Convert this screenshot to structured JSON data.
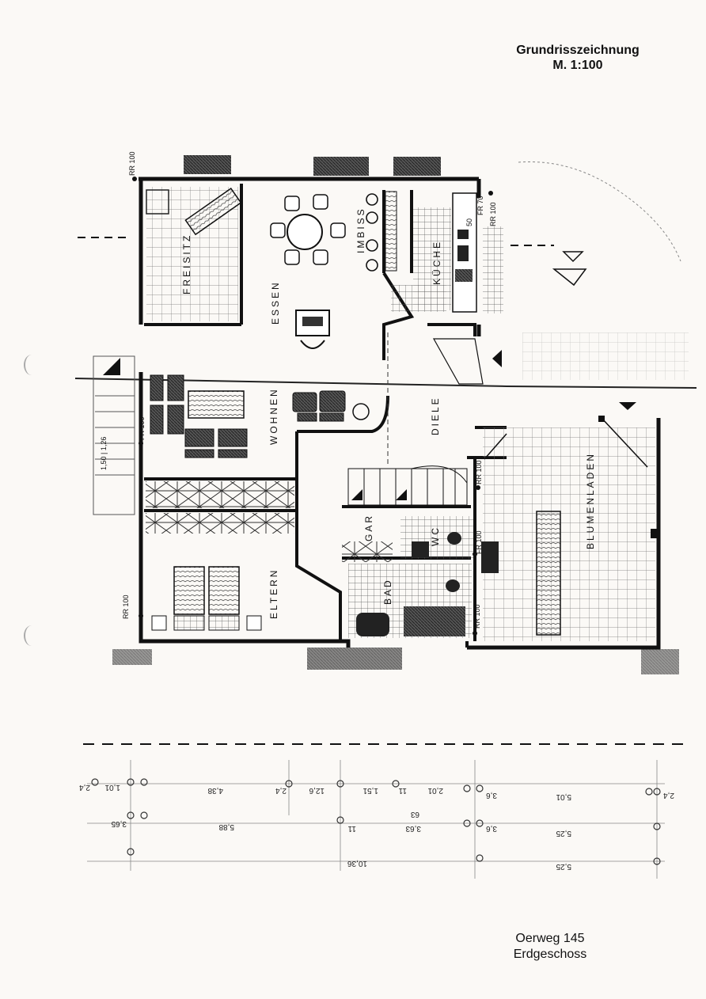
{
  "header": {
    "title": "Grundrisszeichnung",
    "scale": "M. 1:100"
  },
  "footer": {
    "address": "Oerweg 145",
    "floor": "Erdgeschoss"
  },
  "rooms": {
    "freisitz": "FREISITZ",
    "essen": "ESSEN",
    "imbiss": "IMBISS",
    "kueche": "KÜCHE",
    "wohnen": "WOHNEN",
    "diele": "DIELE",
    "blumenladen": "BLUMENLADEN",
    "eltern": "ELTERN",
    "bad": "BAD",
    "wc": "WC",
    "gar": "GAR"
  },
  "windows": {
    "rr100_top": "RR 100",
    "fr70": "FR 70",
    "rr100_kitchen": "RR 100",
    "fr100_left": "FR 100",
    "rr100_blumen": "RR 100",
    "fr100_wc": "FR 100",
    "rr100_bad": "RR 100",
    "rr100_eltern": "RR 100",
    "stair_note": "1,50 | 1,26",
    "kitchen_fifty": "50"
  },
  "dimensions": [
    "1,01",
    "2,4",
    "3,65",
    "4,38",
    "5,88",
    "12,6",
    "2,4",
    "1,51",
    "11",
    "2,01",
    "3,6",
    "5,01",
    "2,4",
    "11",
    "3,63",
    "3,6",
    "5,25",
    "10,36",
    "5,25",
    "63"
  ]
}
